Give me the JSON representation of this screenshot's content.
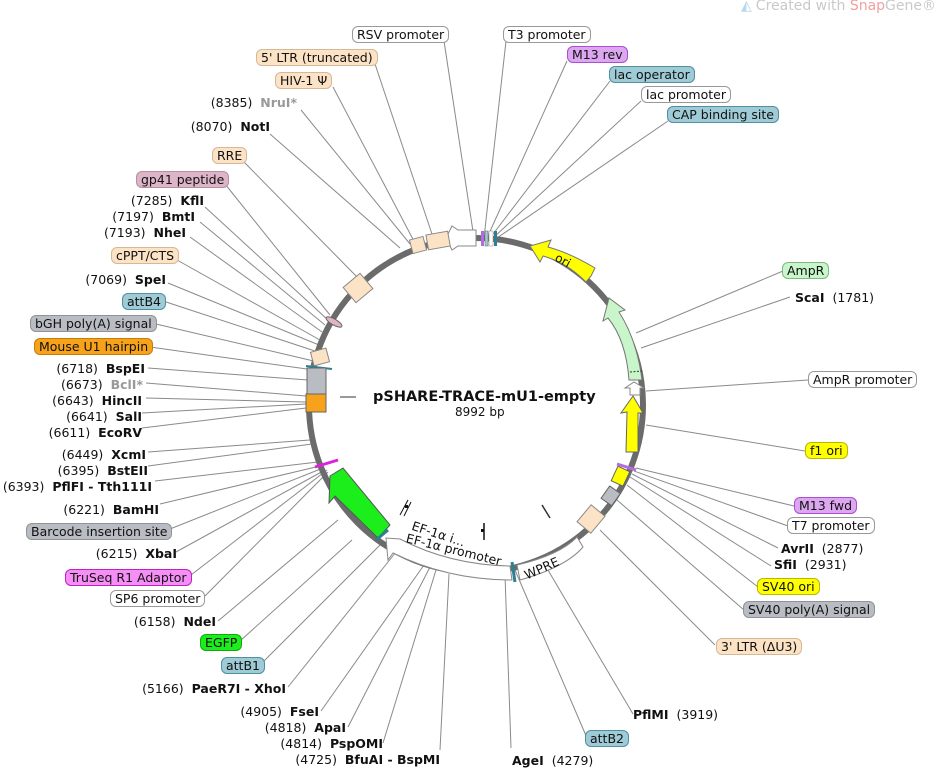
{
  "watermark": {
    "prefix": "Created with ",
    "brand1": "Snap",
    "brand2": "Gene®"
  },
  "plasmid": {
    "name": "pSHARE-TRACE-mU1-empty",
    "length": "8992 bp"
  },
  "colors": {
    "backbone": "#6b6b6b",
    "ltr": "#fde3c6",
    "cyan_feature": "#9fcbd6",
    "primer": "#dca7f0",
    "ori": "#ffff00",
    "ampr": "#c8f5c9",
    "egfp": "#1bee1b",
    "u1": "#f7a21b",
    "polyA": "#b9bcc2",
    "gp41": "#deb4c8",
    "truseq": "#f58ef5",
    "promoter": "#ffffff"
  },
  "features": [
    {
      "label": "RSV promoter",
      "style": "white"
    },
    {
      "label": "5' LTR (truncated)",
      "style": "ltr"
    },
    {
      "label": "HIV-1 Ψ",
      "style": "ltr"
    },
    {
      "label": "RRE",
      "style": "ltr"
    },
    {
      "label": "gp41 peptide",
      "style": "gp41"
    },
    {
      "label": "cPPT/CTS",
      "style": "ltr"
    },
    {
      "label": "attB4",
      "style": "cyan"
    },
    {
      "label": "bGH poly(A) signal",
      "style": "polyA"
    },
    {
      "label": "Mouse U1 hairpin",
      "style": "u1"
    },
    {
      "label": "Barcode insertion site",
      "style": "polyA"
    },
    {
      "label": "TruSeq R1 Adaptor",
      "style": "truseq"
    },
    {
      "label": "SP6 promoter",
      "style": "white"
    },
    {
      "label": "EGFP",
      "style": "egfp"
    },
    {
      "label": "attB1",
      "style": "cyan"
    },
    {
      "label": "T3 promoter",
      "style": "white"
    },
    {
      "label": "M13 rev",
      "style": "primer"
    },
    {
      "label": "lac operator",
      "style": "cyan"
    },
    {
      "label": "lac promoter",
      "style": "white"
    },
    {
      "label": "CAP binding site",
      "style": "cyan"
    },
    {
      "label": "AmpR",
      "style": "ampr"
    },
    {
      "label": "AmpR promoter",
      "style": "white"
    },
    {
      "label": "f1 ori",
      "style": "ori"
    },
    {
      "label": "M13 fwd",
      "style": "primer"
    },
    {
      "label": "T7 promoter",
      "style": "white"
    },
    {
      "label": "SV40 ori",
      "style": "ori"
    },
    {
      "label": "SV40 poly(A) signal",
      "style": "polyA"
    },
    {
      "label": "3' LTR (ΔU3)",
      "style": "ltr"
    },
    {
      "label": "attB2",
      "style": "cyan"
    }
  ],
  "ring_labels": {
    "ori": "ori",
    "ef1a_intron": "EF-1α i...",
    "ef1a_promoter": "EF-1α promoter",
    "wpre": "WPRE"
  },
  "sites_left": [
    {
      "pos": "(8385)",
      "name": "NruI*",
      "gray": true
    },
    {
      "pos": "(8070)",
      "name": "NotI"
    },
    {
      "pos": "(7285)",
      "name": "KflI"
    },
    {
      "pos": "(7197)",
      "name": "BmtI"
    },
    {
      "pos": "(7193)",
      "name": "NheI"
    },
    {
      "pos": "(7069)",
      "name": "SpeI"
    },
    {
      "pos": "(6718)",
      "name": "BspEI"
    },
    {
      "pos": "(6673)",
      "name": "BclI*",
      "gray": true
    },
    {
      "pos": "(6643)",
      "name": "HincII"
    },
    {
      "pos": "(6641)",
      "name": "SalI"
    },
    {
      "pos": "(6611)",
      "name": "EcoRV"
    },
    {
      "pos": "(6449)",
      "name": "XcmI"
    },
    {
      "pos": "(6395)",
      "name": "BstEII"
    },
    {
      "pos": "(6393)",
      "name": "PflFI - Tth111I"
    },
    {
      "pos": "(6221)",
      "name": "BamHI"
    },
    {
      "pos": "(6215)",
      "name": "XbaI"
    },
    {
      "pos": "(6158)",
      "name": "NdeI"
    },
    {
      "pos": "(5166)",
      "name": "PaeR7I - XhoI"
    },
    {
      "pos": "(4905)",
      "name": "FseI"
    },
    {
      "pos": "(4818)",
      "name": "ApaI"
    },
    {
      "pos": "(4814)",
      "name": "PspOMI"
    },
    {
      "pos": "(4725)",
      "name": "BfuAI - BspMI"
    }
  ],
  "sites_right": [
    {
      "name": "ScaI",
      "pos": "(1781)"
    },
    {
      "name": "AvrII",
      "pos": "(2877)"
    },
    {
      "name": "SfiI",
      "pos": "(2931)"
    },
    {
      "name": "PflMI",
      "pos": "(3919)"
    },
    {
      "name": "AgeI",
      "pos": "(4279)"
    }
  ]
}
